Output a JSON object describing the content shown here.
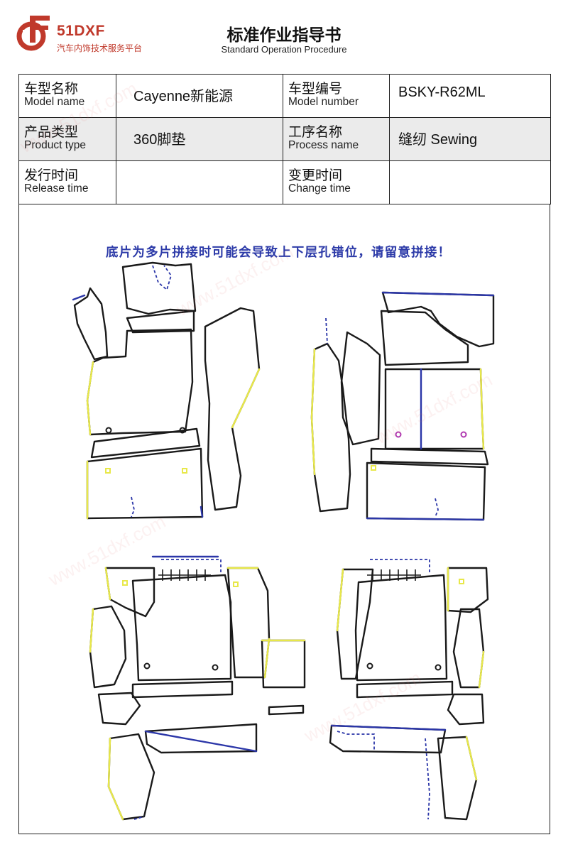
{
  "header": {
    "brand": "51DXF",
    "tagline": "汽车内饰技术服务平台",
    "title": "标准作业指导书",
    "subtitle": "Standard Operation Procedure"
  },
  "info": {
    "model_name": {
      "zh": "车型名称",
      "en": "Model name",
      "value": "Cayenne新能源"
    },
    "model_number": {
      "zh": "车型编号",
      "en": "Model number",
      "value": "BSKY-R62ML"
    },
    "product_type": {
      "zh": "产品类型",
      "en": "Product type",
      "value": "360脚垫"
    },
    "process_name": {
      "zh": "工序名称",
      "en": "Process name",
      "value": "缝纫 Sewing"
    },
    "release_time": {
      "zh": "发行时间",
      "en": "Release time",
      "value": ""
    },
    "change_time": {
      "zh": "变更时间",
      "en": "Change time",
      "value": ""
    }
  },
  "diagram": {
    "note": "底片为多片拼接时可能会导致上下层孔错位，请留意拼接！",
    "colors": {
      "outline": "#1a1a1a",
      "yellow_edge": "#e8e84a",
      "blue_edge": "#2b36a8",
      "hole_mark": "#b03ab0"
    }
  },
  "watermark": "www.51dxf.com"
}
